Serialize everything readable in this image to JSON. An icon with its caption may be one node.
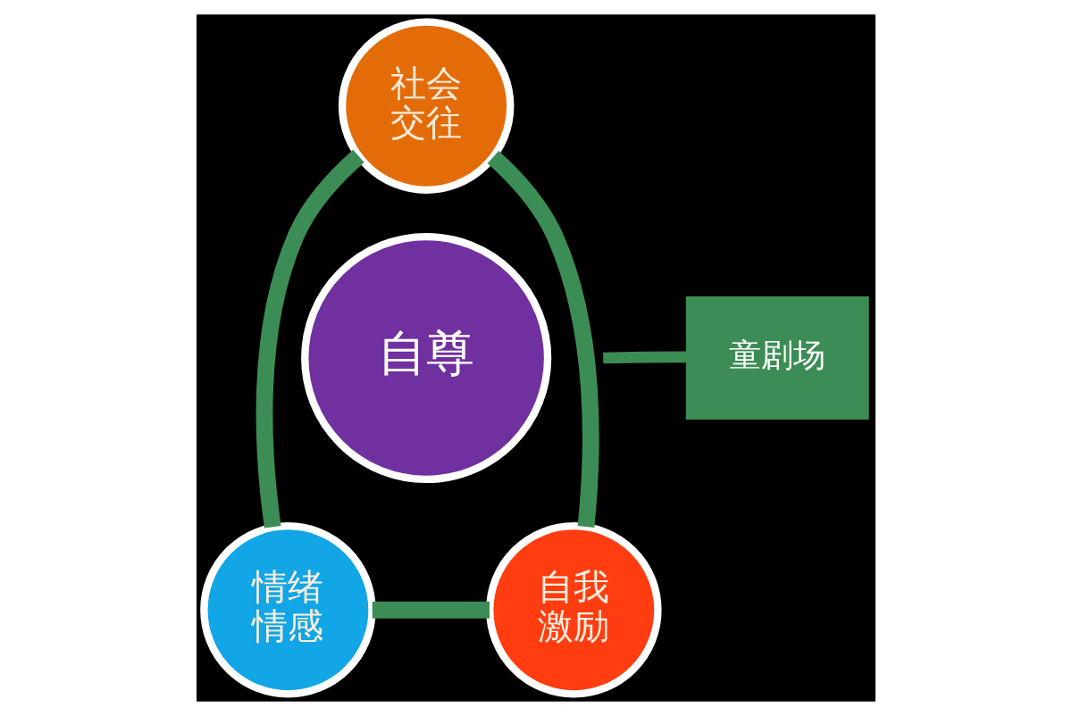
{
  "diagram": {
    "nodes": [
      {
        "text": [
          "社会交往"
        ]
      },
      {
        "text": [
          "童剧场"
        ]
      },
      {
        "text": [
          "自尊"
        ]
      },
      {
        "text": [
          "情绪情感"
        ]
      },
      {
        "text": [
          "自我激励"
        ]
      }
    ],
    "edges": [
      {
        "from": 0,
        "to": 4,
        "arrow": "none"
      },
      {
        "from": 3,
        "to": 4,
        "arrow": "none"
      },
      {
        "from": 0,
        "to": 3,
        "arrow": "none"
      },
      {
        "from": 1,
        "to": null,
        "arrow": "none"
      }
    ]
  }
}
